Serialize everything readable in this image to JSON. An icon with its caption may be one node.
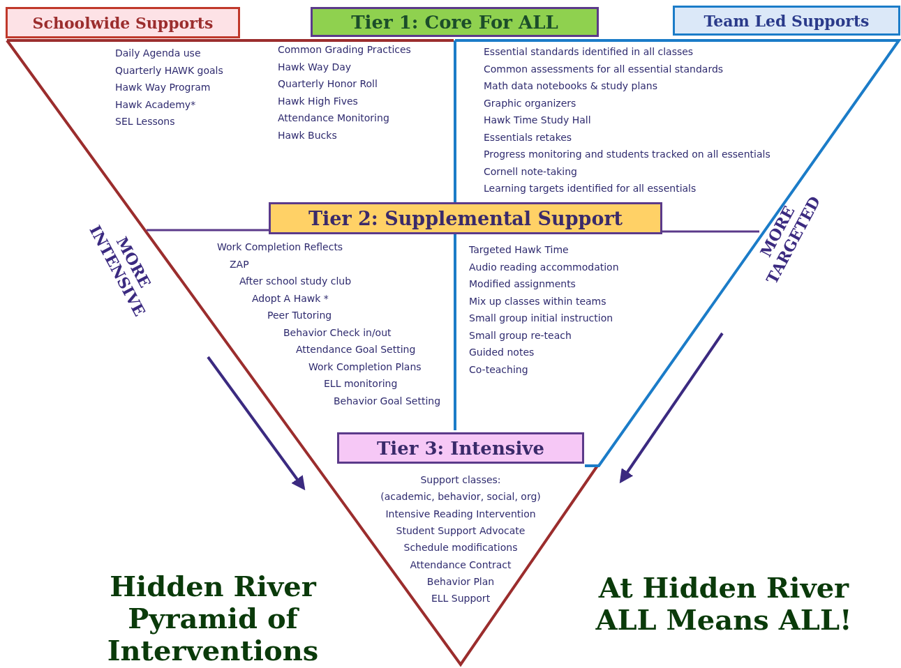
{
  "diagram": {
    "nodes": [
      {
        "text": [
          "Schoolwide Supports"
        ]
      },
      {
        "text": [
          "Tier 1: Core For ALL"
        ]
      },
      {
        "text": [
          "Team Led Supports"
        ]
      },
      {
        "text": [
          "Tier 2: Supplemental Support"
        ]
      },
      {
        "text": [
          "Tier 3: Intensive"
        ]
      }
    ],
    "labels": [
      "Daily Agenda use",
      "Quarterly HAWK goals",
      "Hawk Way Program",
      "Hawk Academy*",
      "SEL Lessons",
      "Common Grading Practices",
      "Hawk Way Day",
      "Quarterly Honor Roll",
      "Hawk High Fives",
      "Attendance Monitoring",
      "Hawk Bucks",
      "Essential standards identified in all classes",
      "Common assessments for all essential standards",
      "Math data notebooks & study plans",
      "Graphic organizers",
      "Hawk Time Study Hall",
      "Essentials retakes",
      "Progress monitoring and students tracked on all essentials",
      "Cornell note-taking",
      "Learning targets identified for all essentials",
      "Work Completion Reflects",
      "ZAP",
      "After school study club",
      "Adopt A Hawk *",
      "Peer Tutoring",
      "Behavior Check in/out",
      "Attendance Goal Setting",
      "Work Completion Plans",
      "ELL monitoring",
      "Behavior Goal Setting",
      "Targeted Hawk Time",
      "Audio reading accommodation",
      "Modified assignments",
      "Mix up classes within teams",
      "Small group initial instruction",
      "Small group re-teach",
      "Guided notes",
      "Co-teaching",
      "Support classes:",
      "(academic, behavior, social, org)",
      "Intensive Reading Intervention",
      "Student Support Advocate",
      "Schedule modifications",
      "Attendance Contract",
      "Behavior Plan",
      "ELL Support",
      "MORE INTENSIVE",
      "MORE TARGETED",
      "Hidden River Pyramid of Interventions",
      "At Hidden River ALL Means ALL!"
    ]
  }
}
